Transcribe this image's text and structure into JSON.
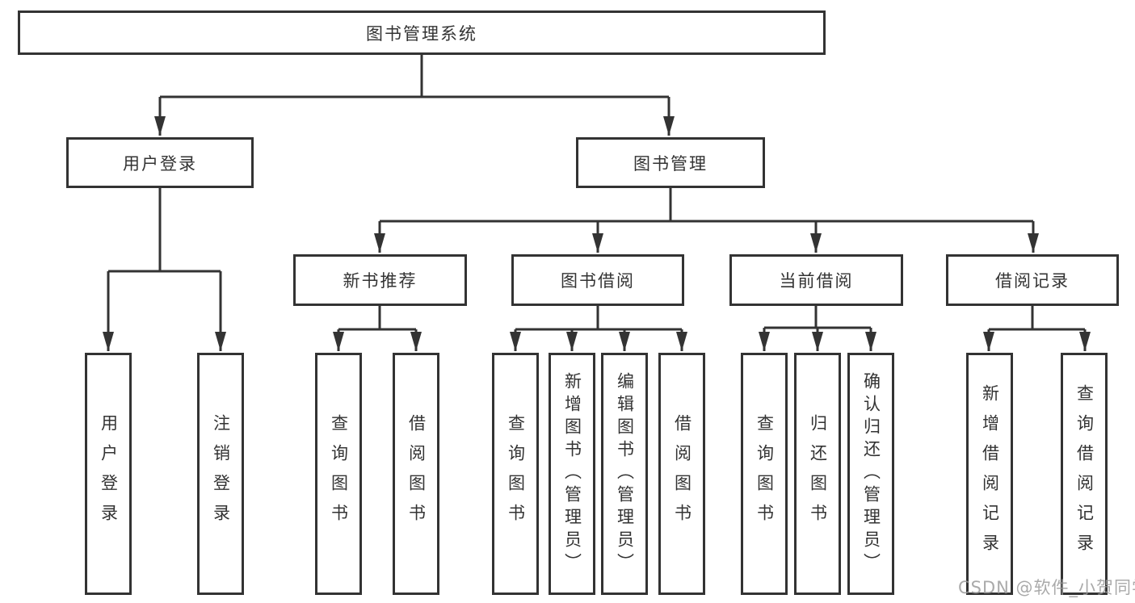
{
  "diagram": {
    "title": "图书管理系统",
    "root": {
      "label": "图书管理系统"
    },
    "level2": [
      {
        "label": "用户登录"
      },
      {
        "label": "图书管理"
      }
    ],
    "level3": [
      {
        "label": "新书推荐"
      },
      {
        "label": "图书借阅"
      },
      {
        "label": "当前借阅"
      },
      {
        "label": "借阅记录"
      }
    ],
    "leaves": {
      "user_login": [
        "用户登录",
        "注销登录"
      ],
      "new_books": [
        "查询图书",
        "借阅图书"
      ],
      "book_borrow": [
        "查询图书",
        "新增图书（管理员）",
        "编辑图书（管理员）",
        "借阅图书"
      ],
      "current_borrow": [
        "查询图书",
        "归还图书",
        "确认归还（管理员）"
      ],
      "borrow_records": [
        "新增借阅记录",
        "查询借阅记录"
      ]
    }
  },
  "watermark": {
    "text": "CSDN @软件_小贺同学"
  },
  "colors": {
    "line": "#333333",
    "box_border": "#333333",
    "text": "#333333",
    "watermark": "#9b9b9b",
    "background": "#ffffff"
  }
}
